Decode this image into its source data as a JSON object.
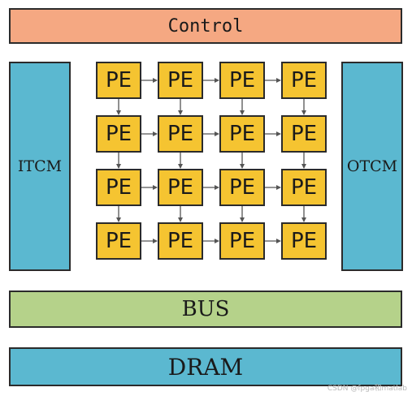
{
  "diagram": {
    "control": "Control",
    "itcm": "ITCM",
    "otcm": "OTCM",
    "bus": "BUS",
    "dram": "DRAM",
    "pe_label": "PE",
    "pe_grid": {
      "rows": 4,
      "cols": 4
    },
    "connections": [
      "horizontal-right",
      "vertical-down"
    ]
  },
  "watermark": "CSDN @fpga和matlab",
  "colors": {
    "control": "#f5a882",
    "tcm": "#5bb8d0",
    "bus": "#b5d28a",
    "dram": "#5bb8d0",
    "pe": "#f5c431",
    "stroke": "#2b2b2b",
    "arrow": "#555555"
  }
}
